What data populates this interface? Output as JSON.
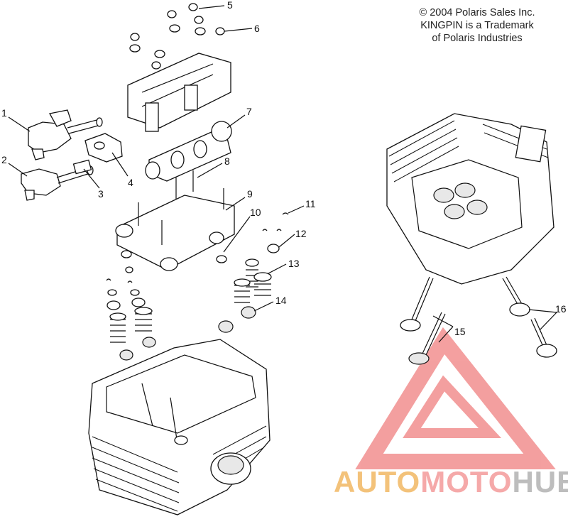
{
  "copyright": {
    "line1": "© 2004 Polaris Sales Inc.",
    "line2": "KINGPIN is a Trademark",
    "line3": "of Polaris Industries"
  },
  "callouts": [
    "1",
    "2",
    "3",
    "4",
    "5",
    "6",
    "7",
    "8",
    "9",
    "10",
    "11",
    "12",
    "13",
    "14",
    "15",
    "16"
  ],
  "watermark": {
    "part1": "AUTO",
    "part2": "MOTO",
    "part3": "HUB"
  },
  "colors": {
    "watermark_triangle": "#f08080",
    "watermark_auto": "#f3c27a",
    "watermark_moto": "#f5a9a9",
    "watermark_hub": "#bdbdbd"
  }
}
